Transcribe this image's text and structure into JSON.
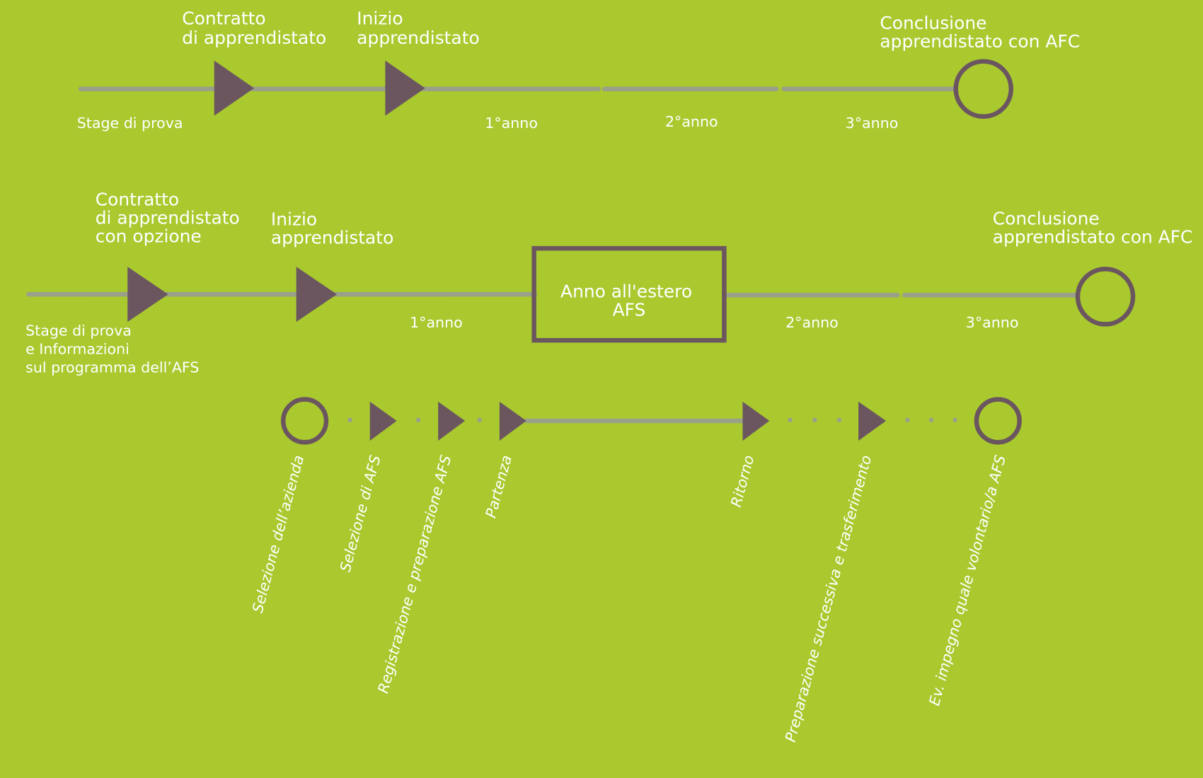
{
  "colors": {
    "background": "#a9c92f",
    "line": "#9aa08a",
    "marker": "#6b5660",
    "text": "#ffffff"
  },
  "timeline_standard": {
    "milestones": {
      "contract": [
        "Contratto",
        "di apprendistato"
      ],
      "start": [
        "Inizio",
        "apprendistato"
      ],
      "end": [
        "Conclusione",
        "apprendistato con AFC"
      ]
    },
    "periods": {
      "trial": "Stage di prova",
      "year1": "1°anno",
      "year2": "2°anno",
      "year3": "3°anno"
    }
  },
  "timeline_afs": {
    "milestones": {
      "contract": [
        "Contratto",
        "di apprendistato",
        "con opzione"
      ],
      "start": [
        "Inizio",
        "apprendistato"
      ],
      "end": [
        "Conclusione",
        "apprendistato con AFC"
      ]
    },
    "periods": {
      "trial": [
        "Stage di prova",
        "e Informazioni",
        "sul programma dell’AFS"
      ],
      "year1": "1°anno",
      "year2": "2°anno",
      "year3": "3°anno"
    },
    "abroad_box": [
      "Anno all'estero",
      "AFS"
    ]
  },
  "afs_steps": [
    "Selezione dell’azienda",
    "Selezione di AFS",
    "Registrazione e preparazione AFS",
    "Partenza",
    "Ritorno",
    "Preparazione successiva e trasferimento",
    "Ev. impegno quale volontario/a AFS"
  ]
}
